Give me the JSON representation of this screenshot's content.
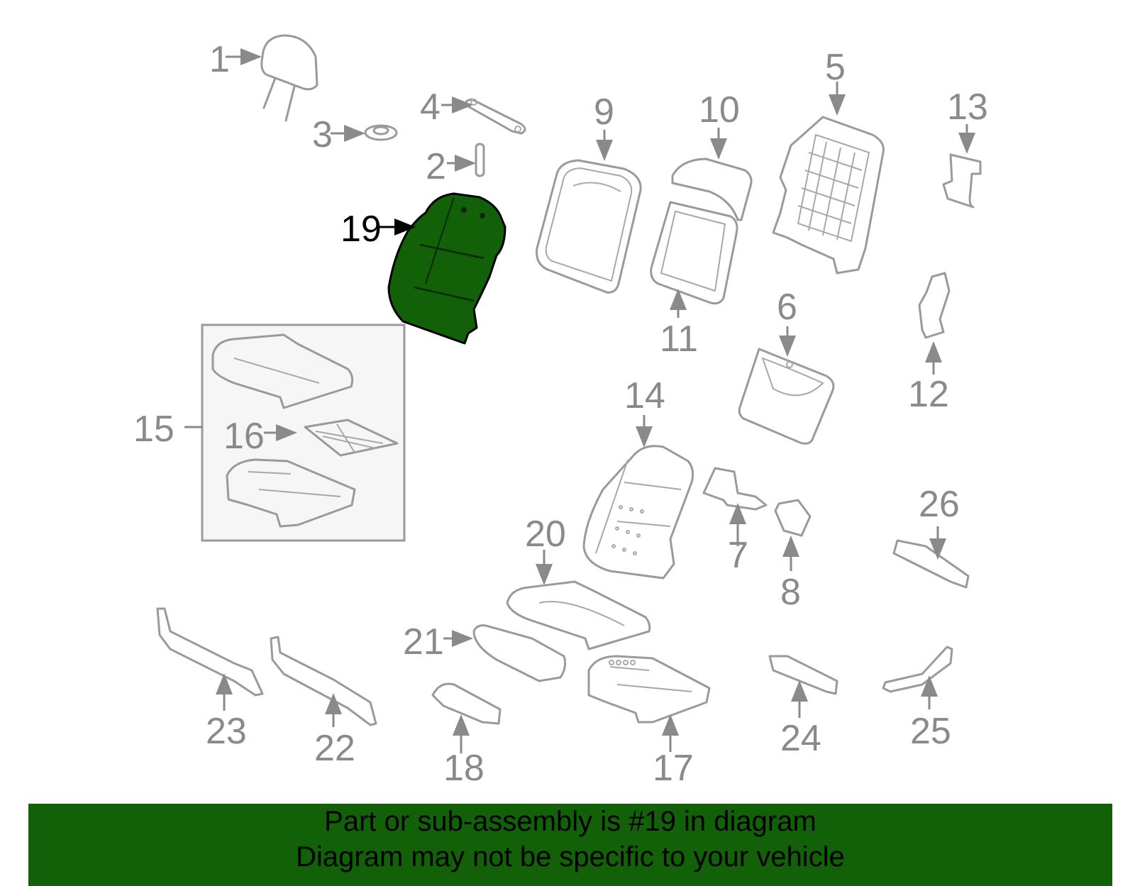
{
  "callouts": [
    {
      "id": "1",
      "highlighted": false
    },
    {
      "id": "2",
      "highlighted": false
    },
    {
      "id": "3",
      "highlighted": false
    },
    {
      "id": "4",
      "highlighted": false
    },
    {
      "id": "5",
      "highlighted": false
    },
    {
      "id": "6",
      "highlighted": false
    },
    {
      "id": "7",
      "highlighted": false
    },
    {
      "id": "8",
      "highlighted": false
    },
    {
      "id": "9",
      "highlighted": false
    },
    {
      "id": "10",
      "highlighted": false
    },
    {
      "id": "11",
      "highlighted": false
    },
    {
      "id": "12",
      "highlighted": false
    },
    {
      "id": "13",
      "highlighted": false
    },
    {
      "id": "14",
      "highlighted": false
    },
    {
      "id": "15",
      "highlighted": false
    },
    {
      "id": "16",
      "highlighted": false
    },
    {
      "id": "17",
      "highlighted": false
    },
    {
      "id": "18",
      "highlighted": false
    },
    {
      "id": "19",
      "highlighted": true
    },
    {
      "id": "20",
      "highlighted": false
    },
    {
      "id": "21",
      "highlighted": false
    },
    {
      "id": "22",
      "highlighted": false
    },
    {
      "id": "23",
      "highlighted": false
    },
    {
      "id": "24",
      "highlighted": false
    },
    {
      "id": "25",
      "highlighted": false
    },
    {
      "id": "26",
      "highlighted": false
    }
  ],
  "colors": {
    "highlight_fill": "#126008",
    "banner_bg": "#126008",
    "line_gray": "#9a9a9a",
    "label_gray": "#8a8a8a"
  },
  "banner": {
    "line1": "Part or sub-assembly is #19 in diagram",
    "line2": "Diagram may not be specific to your vehicle"
  }
}
